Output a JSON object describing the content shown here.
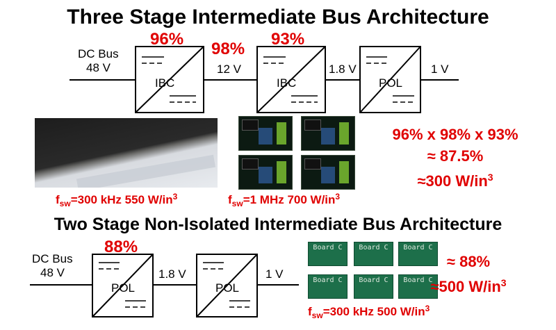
{
  "top": {
    "title": "Three Stage Intermediate Bus Architecture",
    "dc_bus_label": "DC Bus",
    "dc_bus_voltage": "48 V",
    "v_12": "12 V",
    "v_1_8": "1.8 V",
    "v_1": "1 V",
    "block1": "IBC",
    "block2": "IBC",
    "block3": "POL",
    "eff1": "96%",
    "eff_between": "98%",
    "eff2": "93%",
    "fsw_left_pre": "f",
    "fsw_left_sub": "sw",
    "fsw_left_post": "=300 kHz 550 W/in",
    "fsw_left_sup": "3",
    "fsw_mid_pre": "f",
    "fsw_mid_sub": "sw",
    "fsw_mid_post": "=1 MHz 700 W/in",
    "fsw_mid_sup": "3",
    "calc_line1": "96% x 98% x 93%",
    "calc_line2": "≈ 87.5%",
    "calc_line3": "≈300 W/in",
    "calc_line3_sup": "3"
  },
  "bottom": {
    "title": "Two Stage Non-Isolated Intermediate Bus Architecture",
    "dc_bus_label": "DC Bus",
    "dc_bus_voltage": "48 V",
    "v_1_8": "1.8 V",
    "v_1": "1 V",
    "block1": "POL",
    "block2": "POL",
    "eff1": "88%",
    "board_label": "Board C",
    "fsw_pre": "f",
    "fsw_sub": "sw",
    "fsw_post": "=300 kHz 500 W/in",
    "fsw_sup": "3",
    "calc_line1": "≈ 88%",
    "calc_line2": "≈500 W/in",
    "calc_line2_sup": "3"
  },
  "colors": {
    "accent_red": "#e00000",
    "board_green": "#1d6f4a"
  }
}
